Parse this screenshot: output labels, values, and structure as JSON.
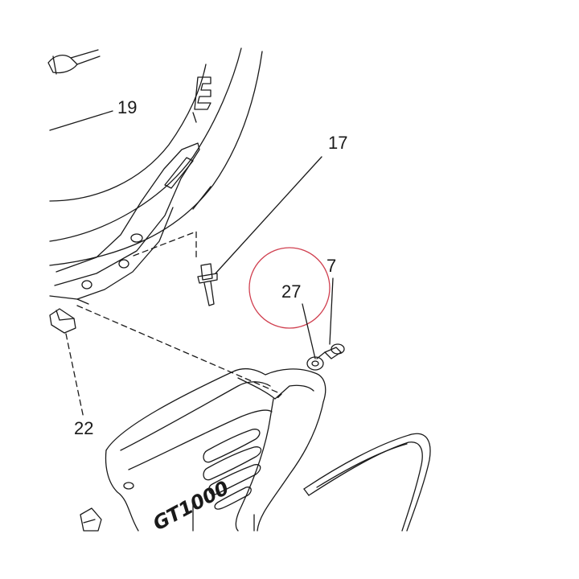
{
  "callouts": {
    "c19": "19",
    "c17": "17",
    "c7": "7",
    "c27": "27",
    "c22": "22"
  },
  "cover_logo": "GT1000",
  "colors": {
    "line": "#1a1a1a",
    "highlight_circle": "#d04050",
    "background": "#ffffff"
  },
  "icons": {
    "bolt_17": "long-bolt-icon",
    "bolt_7": "short-bolt-icon",
    "washer_27": "washer-icon",
    "clip_22": "clip-nut-icon"
  }
}
